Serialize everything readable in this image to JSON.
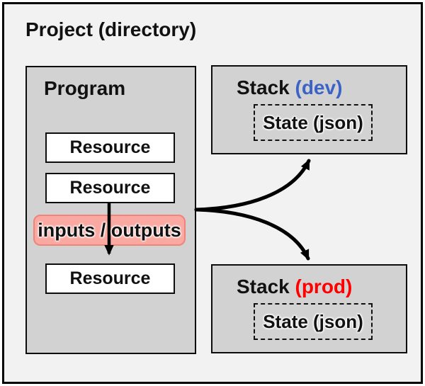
{
  "frame": {
    "title": "Project (directory)"
  },
  "program": {
    "label": "Program",
    "resources": [
      {
        "label": "Resource"
      },
      {
        "label": "Resource"
      },
      {
        "label": "Resource"
      }
    ],
    "io": {
      "label": "inputs / outputs"
    }
  },
  "stacks": {
    "dev": {
      "name": "Stack",
      "env": "(dev)",
      "env_color": "#3B63C6",
      "state": "State (json)"
    },
    "prod": {
      "name": "Stack",
      "env": "(prod)",
      "env_color": "#FF0000",
      "state": "State (json)"
    }
  },
  "colors": {
    "canvas_bg": "#F2F2F2",
    "container_fill": "#D2D2D2",
    "resource_fill": "#FFFFFF",
    "io_fill": "#F9A9A1",
    "io_border": "#F0837A",
    "border": "#0D0D0D",
    "arrow": "#000000"
  }
}
